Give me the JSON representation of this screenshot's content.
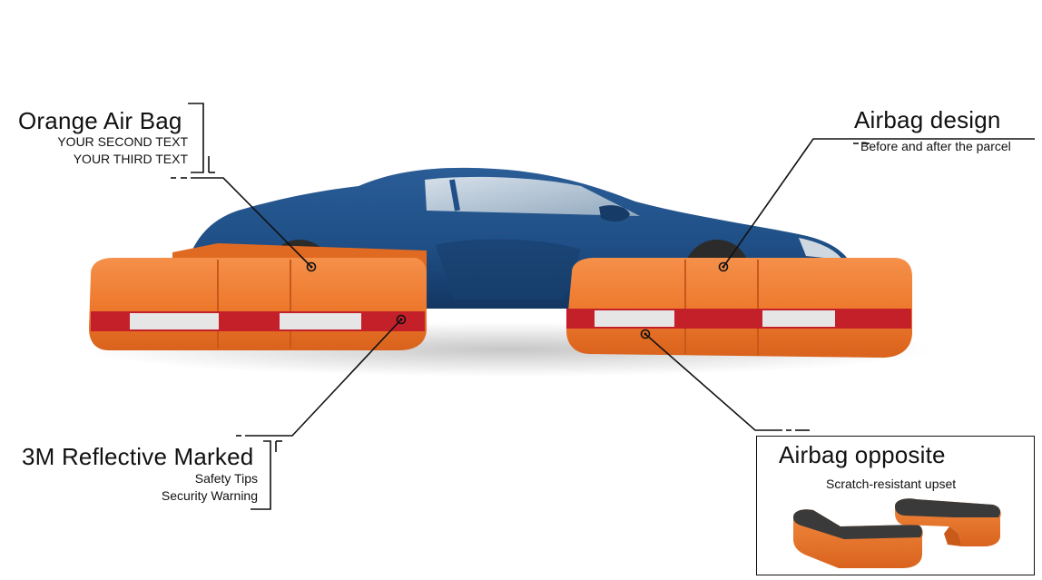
{
  "callouts": {
    "orange_air_bag": {
      "title": "Orange Air Bag",
      "line1": "YOUR SECOND TEXT",
      "line2": "YOUR THIRD TEXT"
    },
    "airbag_design": {
      "title": "Airbag design",
      "line1": "Before and after the parcel"
    },
    "reflective": {
      "title": "3M Reflective Marked",
      "line1": "Safety Tips",
      "line2": "Security Warning"
    },
    "airbag_opposite": {
      "title": "Airbag opposite",
      "line1": "Scratch-resistant upset"
    }
  },
  "colors": {
    "car_body": "#1f4f86",
    "airbag_orange": "#ee7a2e",
    "reflective_red": "#c4202a",
    "reflective_silver": "#e6e6e6",
    "callout_line": "#111111"
  }
}
